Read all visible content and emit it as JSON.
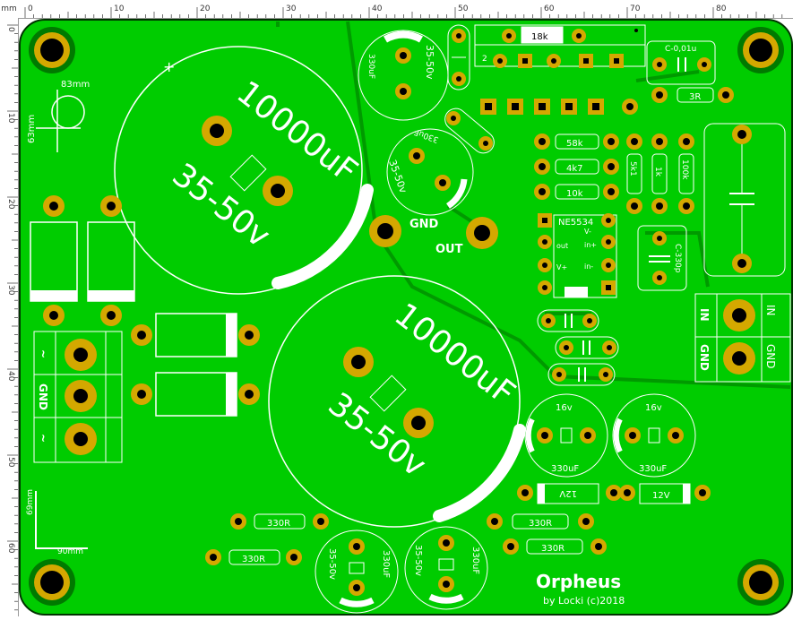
{
  "ruler": {
    "unit": "mm",
    "top_ticks": [
      "0",
      "10",
      "20",
      "30",
      "40",
      "50",
      "60",
      "70",
      "80"
    ],
    "left_ticks": [
      "0",
      "10",
      "20",
      "30",
      "40",
      "50",
      "60"
    ]
  },
  "board": {
    "name": "Orpheus",
    "credit": "by Locki (c)2018",
    "dim_width_top": "83mm",
    "dim_height_top": "63mm",
    "dim_height_bottom": "69mm",
    "dim_width_bottom": "90mm",
    "colors": {
      "board": "#00cc00",
      "copper": "#00a800",
      "pad": "#d4a800",
      "silkscreen": "#ffffff",
      "hole": "#000000"
    }
  },
  "components": {
    "bigcap_top": {
      "value": "10000uF",
      "voltage": "35-50v"
    },
    "bigcap_bottom": {
      "value": "10000uF",
      "voltage": "35-50v"
    },
    "cap_top_small": {
      "value": "330uF",
      "voltage": "35-50v"
    },
    "cap_mid_small": {
      "value": "330uF",
      "voltage": "35-50v"
    },
    "cap_bottom_left": {
      "value": "330uF",
      "voltage": "35-50v"
    },
    "cap_bottom_right": {
      "value": "330uF",
      "voltage": "35-50v"
    },
    "cap_16v_left": {
      "value": "330uF",
      "voltage": "16v"
    },
    "cap_16v_right": {
      "value": "330uF",
      "voltage": "16v"
    },
    "res_18k": "18k",
    "res_58k": "58k",
    "res_4k7": "4k7",
    "res_10k": "10k",
    "res_5k1": "5k1",
    "res_1k": "1k",
    "res_100k": "100k",
    "res_3r": "3R",
    "res_330r_1": "330R",
    "res_330r_2": "330R",
    "res_330r_3": "330R",
    "res_330r_4": "330R",
    "cap_c001": "C-0,01u",
    "cap_c330p": "C-330p",
    "ic": {
      "name": "NE5534",
      "pin_vminus": "V-",
      "pin_out": "out",
      "pin_vplus": "V+",
      "pin_inplus": "in+",
      "pin_inminus": "in-"
    },
    "zener_left": "12V",
    "zener_right": "12V",
    "pin2": "2"
  },
  "labels": {
    "gnd": "GND",
    "out": "OUT",
    "in_conn_in": "IN",
    "in_conn_gnd": "GND",
    "in_side_in": "IN",
    "in_side_gnd": "GND",
    "pwr_ac1": "~",
    "pwr_gnd": "GND",
    "pwr_ac2": "~"
  }
}
